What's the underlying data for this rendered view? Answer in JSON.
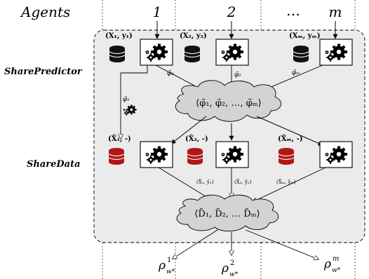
{
  "header": {
    "agents_label": "Agents",
    "columns": [
      "1",
      "2",
      "…",
      "m"
    ]
  },
  "sections": {
    "share_predictor": "SharePredictor",
    "share_data": "ShareData"
  },
  "predictor_inputs": [
    "(X₁, y₁)",
    "(X₂, y₂)",
    "(Xₘ, yₘ)"
  ],
  "phi_edge_labels": [
    "φ̃₁",
    "φ̃₂",
    "φ̃ₘ"
  ],
  "phi_side_label": "φ̃₁",
  "phi_cloud_label": "⟨φ̃₁, φ̃₂, …, φ̃ₘ⟩",
  "data_inputs": [
    "(X̃₁, -)",
    "(X̃₂, -)",
    "(X̃ₘ, -)"
  ],
  "d_edge_labels": [
    "(X̃₁, ỹ₁)",
    "(X̃₂, ỹ₂)",
    "(X̃ₘ, ỹₘ)"
  ],
  "d_cloud_label": "⟨D̃₁, D̃₂, … D̃ₘ⟩",
  "rho_outputs": [
    {
      "base": "ρ",
      "sup": "1",
      "sub": "w*"
    },
    {
      "base": "ρ",
      "sup": "2",
      "sub": "w*"
    },
    {
      "base": "ρ",
      "sup": "m",
      "sub": "w*"
    }
  ],
  "colors": {
    "panel_fill": "#ebebeb",
    "cloud_fill": "#d3d3d3",
    "database_dark": "#111111",
    "database_red": "#b01818",
    "line": "#000000"
  },
  "icons": [
    "database-icon",
    "gears-icon"
  ]
}
